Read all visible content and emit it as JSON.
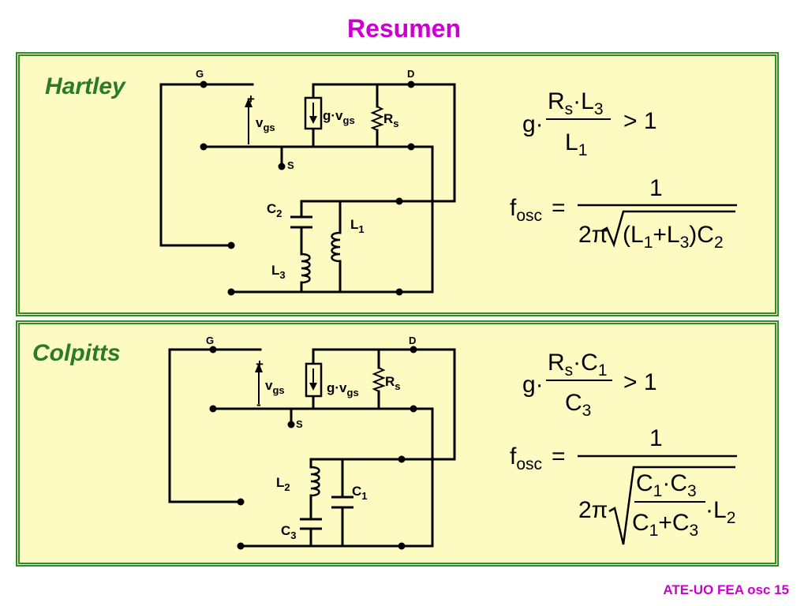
{
  "title": "Resumen",
  "footer": "ATE-UO FEA osc 15",
  "colors": {
    "title": "#cc00cc",
    "panel_bg": "#fdfbc2",
    "panel_border": "#2e8b2e",
    "panel_title": "#2a7a2a"
  },
  "hartley": {
    "title": "Hartley",
    "labels": {
      "G": "G",
      "D": "D",
      "S": "S",
      "plus": "+",
      "minus": "-",
      "vgs": "v",
      "vgs_sub": "gs",
      "gvgs": "g·v",
      "gvgs_sub": "gs",
      "Rs": "R",
      "Rs_sub": "s",
      "C2": "C",
      "C2_sub": "2",
      "L1": "L",
      "L1_sub": "1",
      "L3": "L",
      "L3_sub": "3"
    },
    "cond": {
      "g": "g·",
      "num": "R",
      "num_s": "s",
      "num_mid": "·L",
      "num_s2": "3",
      "den": "L",
      "den_s": "1",
      "rel": "> 1"
    },
    "fosc": {
      "f": "f",
      "f_s": "osc",
      "eq": "=",
      "num": "1",
      "two_pi": "2π",
      "rad1": "(L",
      "rad1_s": "1",
      "rad2": "+L",
      "rad2_s": "3",
      "rad3": ")C",
      "rad3_s": "2"
    }
  },
  "colpitts": {
    "title": "Colpitts",
    "labels": {
      "G": "G",
      "D": "D",
      "S": "S",
      "plus": "+",
      "minus": "-",
      "vgs": "v",
      "vgs_sub": "gs",
      "gvgs": "g·v",
      "gvgs_sub": "gs",
      "Rs": "R",
      "Rs_sub": "s",
      "L2": "L",
      "L2_sub": "2",
      "C1": "C",
      "C1_sub": "1",
      "C3": "C",
      "C3_sub": "3"
    },
    "cond": {
      "g": "g·",
      "num": "R",
      "num_s": "s",
      "num_mid": "·C",
      "num_s2": "1",
      "den": "C",
      "den_s": "3",
      "rel": "> 1"
    },
    "fosc": {
      "f": "f",
      "f_s": "osc",
      "eq": "=",
      "num": "1",
      "two_pi": "2π",
      "fn": "C",
      "fn_s": "1",
      "fn_mid": "·C",
      "fn_s2": "3",
      "fd": "C",
      "fd_s": "1",
      "fd_mid": "+C",
      "fd_s2": "3",
      "tail": "·L",
      "tail_s": "2"
    }
  }
}
